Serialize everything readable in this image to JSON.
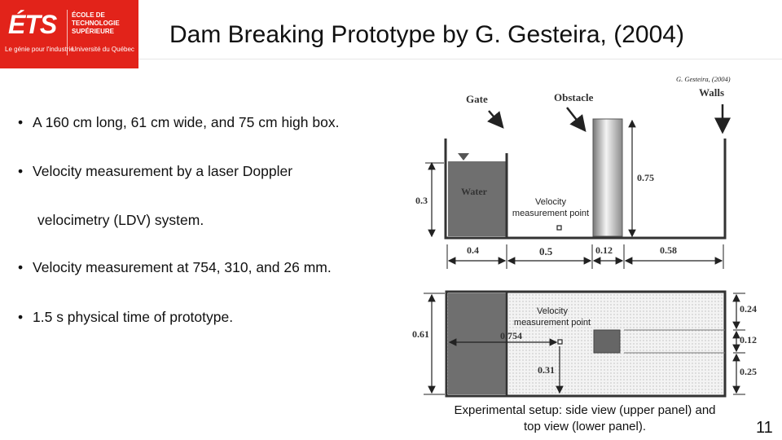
{
  "header": {
    "logo_main": "ÉTS",
    "logo_school_lines": [
      "ÉCOLE DE",
      "TECHNOLOGIE",
      "SUPÉRIEURE"
    ],
    "logo_tagline_left": "Le génie pour l'industrie",
    "logo_tagline_right": "Université du Québec",
    "title": "Dam Breaking Prototype by G. Gesteira, (2004)"
  },
  "bullets": [
    "A 160 cm long, 61 cm wide, and 75 cm high box.",
    "Velocity measurement by a laser Doppler",
    "Velocity measurement at 754, 310, and 26 mm.",
    "1.5 s physical time of prototype."
  ],
  "bullet_continuation": "velocimetry (LDV) system.",
  "figure": {
    "credit": "G. Gesteira, (2004)",
    "labels": {
      "gate": "Gate",
      "obstacle": "Obstacle",
      "walls": "Walls",
      "water": "Water",
      "velocity_point_line1": "Velocity",
      "velocity_point_line2": "measurement point"
    },
    "side_dims": {
      "water_height": "0.3",
      "total_height": "0.75",
      "d1": "0.4",
      "d2": "0.5",
      "d3": "0.12",
      "d4": "0.58"
    },
    "top_dims": {
      "width": "0.61",
      "right1": "0.24",
      "right2": "0.12",
      "right3": "0.25",
      "x_pos": "0.754",
      "y_pos": "0.31"
    },
    "caption_line1": "Experimental setup: side view (upper panel) and",
    "caption_line2": "top view (lower panel)."
  },
  "page_number": "11"
}
